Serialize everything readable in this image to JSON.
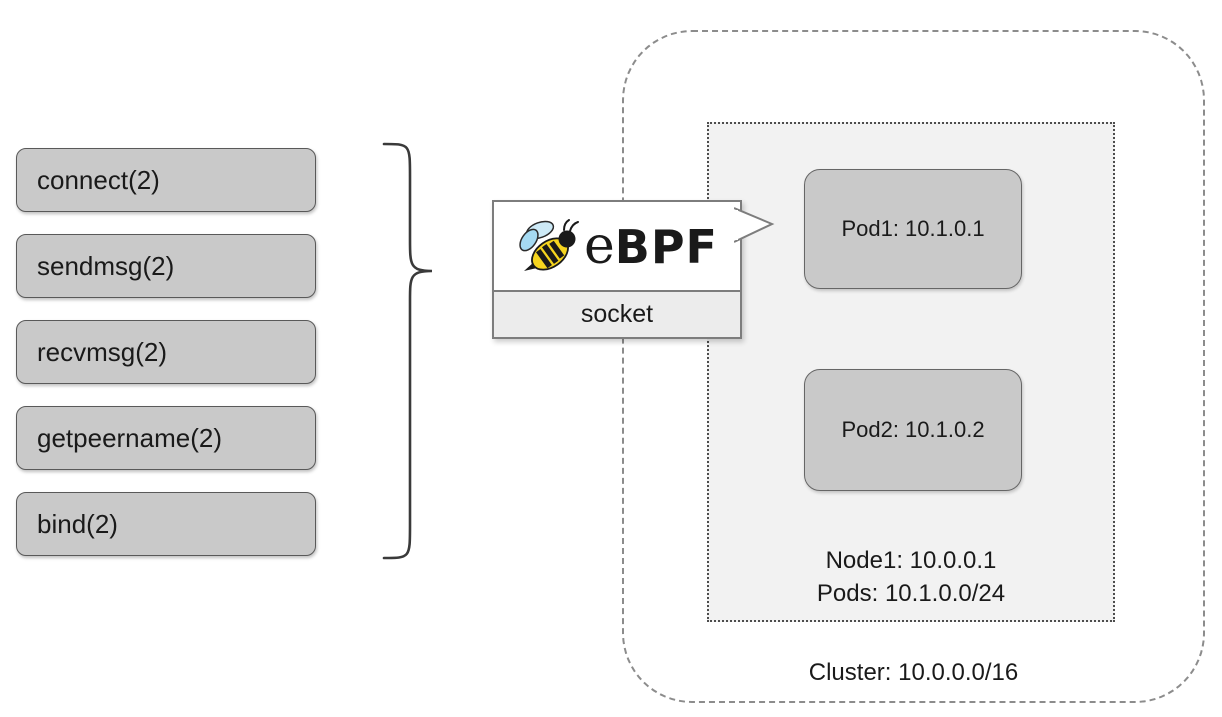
{
  "left_panel": {
    "syscalls": [
      "connect(2)",
      "sendmsg(2)",
      "recvmsg(2)",
      "getpeername(2)",
      "bind(2)"
    ]
  },
  "ebpf_box": {
    "logo_serif": "e",
    "logo_bold": "BPF",
    "hook_label": "socket",
    "icon": "bee-icon"
  },
  "cluster": {
    "label": "Cluster: 10.0.0.0/16",
    "node": {
      "pods": [
        "Pod1: 10.1.0.1",
        "Pod2: 10.1.0.2"
      ],
      "name": "Node1: 10.0.0.1",
      "pods_cidr": "Pods: 10.1.0.0/24"
    }
  },
  "colors": {
    "box_fill": "#c9c9c9",
    "box_border": "#595959",
    "node_fill": "#f2f2f2",
    "dashed_border": "#8c8c8c",
    "bee_yellow": "#f6d51f",
    "wing_blue": "#a5daf2"
  }
}
